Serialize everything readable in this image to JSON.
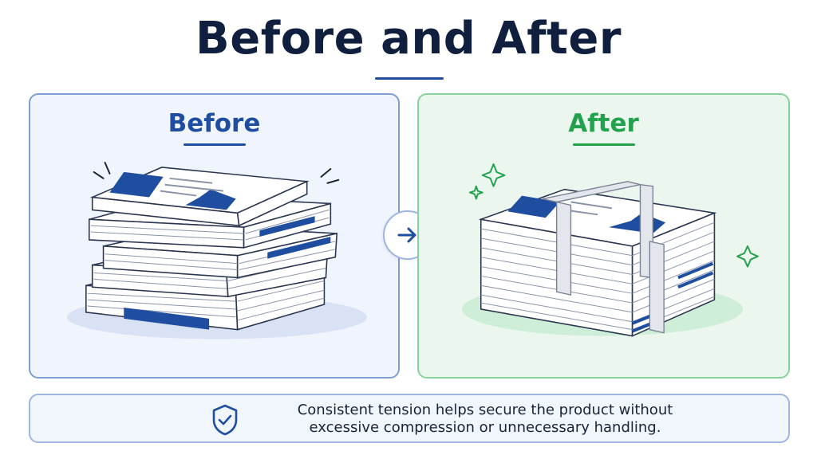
{
  "title": "Before and After",
  "panels": {
    "before": {
      "label": "Before",
      "accent": "#1f4ea0"
    },
    "after": {
      "label": "After",
      "accent": "#23a24d"
    }
  },
  "transition_icon": "right-arrow-icon",
  "caption": {
    "icon": "shield-check-icon",
    "line1": "Consistent tension helps secure the product without",
    "line2": "excessive compression or unnecessary handling."
  }
}
